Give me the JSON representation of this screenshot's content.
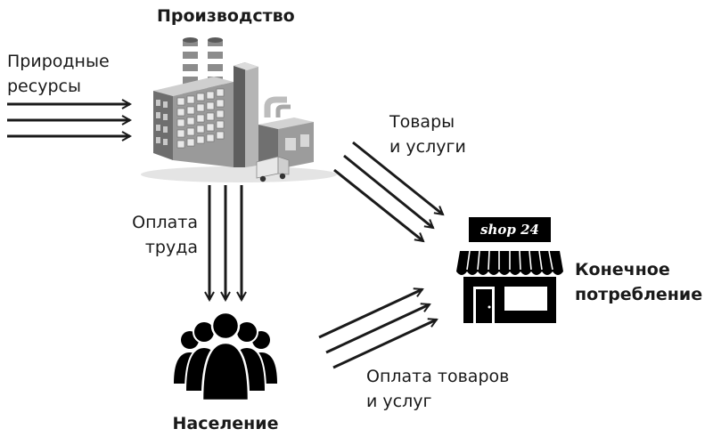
{
  "nodes": {
    "production": {
      "title": "Производство",
      "icon": "factory-icon"
    },
    "population": {
      "title": "Население",
      "icon": "people-icon"
    },
    "consumption": {
      "title_line1": "Конечное",
      "title_line2": "потребление",
      "icon": "shop-icon",
      "sign_text": "shop 24"
    }
  },
  "flows": {
    "natural_resources": {
      "line1": "Природные",
      "line2": "ресурсы"
    },
    "goods_services": {
      "line1": "Товары",
      "line2": "и услуги"
    },
    "labor_payment": {
      "line1": "Оплата",
      "line2": "труда"
    },
    "goods_payment": {
      "line1": "Оплата товаров",
      "line2": "и услуг"
    }
  },
  "colors": {
    "text": "#1a1a1a",
    "arrow": "#1a1a1a",
    "factory_body": "#8a8a8a",
    "factory_light": "#d0d0d0",
    "factory_dark": "#4a4a4a",
    "chimney_stripe": "#ffffff",
    "icon_black": "#000000"
  }
}
